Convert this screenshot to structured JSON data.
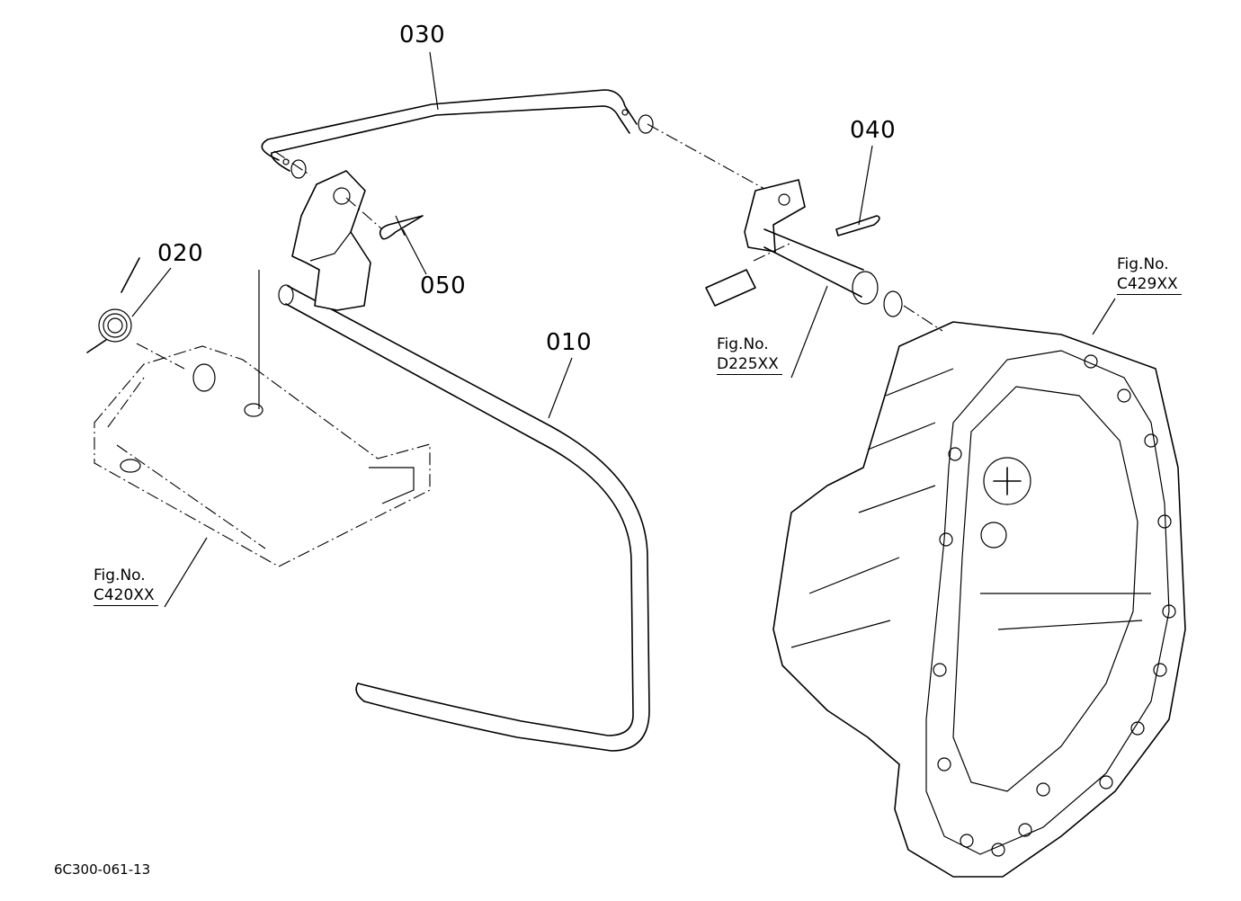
{
  "diagram": {
    "callouts": {
      "p030": "030",
      "p040": "040",
      "p020": "020",
      "p050": "050",
      "p010": "010"
    },
    "fig_refs": {
      "c429": {
        "line1": "Fig.No.",
        "line2": "C429XX"
      },
      "d225": {
        "line1": "Fig.No.",
        "line2": "D225XX"
      },
      "c420": {
        "line1": "Fig.No.",
        "line2": "C420XX"
      }
    },
    "drawing_code": "6C300-061-13"
  }
}
